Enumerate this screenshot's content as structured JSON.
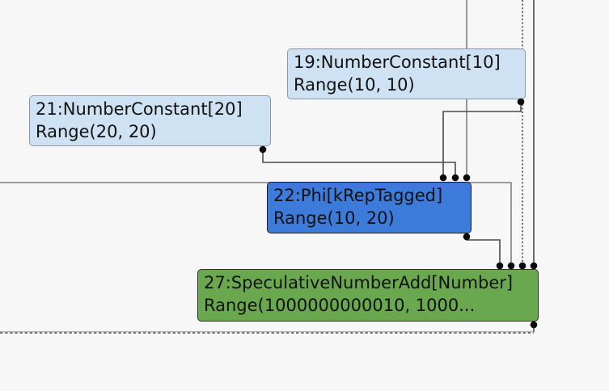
{
  "view": {
    "background_color": "#f7f7f7",
    "text_color": "#111111"
  },
  "graph": {
    "nodes": [
      {
        "id": "19",
        "title": "19:NumberConstant[10]",
        "subtitle": "Range(10, 10)",
        "fill": "#cfe2f3",
        "kind": "number-constant",
        "input_ports": 0,
        "output_ports": 1
      },
      {
        "id": "21",
        "title": "21:NumberConstant[20]",
        "subtitle": "Range(20, 20)",
        "fill": "#cfe2f3",
        "kind": "number-constant",
        "input_ports": 0,
        "output_ports": 1
      },
      {
        "id": "22",
        "title": "22:Phi[kRepTagged]",
        "subtitle": "Range(10, 20)",
        "fill": "#3c7bd9",
        "kind": "phi",
        "input_ports": 3,
        "output_ports": 1
      },
      {
        "id": "27",
        "title": "27:SpeculativeNumberAdd[Number]",
        "subtitle": "Range(1000000000010, 1000...",
        "fill": "#6aa84f",
        "kind": "speculative-number-add",
        "input_ports": 4,
        "output_ports": 1
      }
    ],
    "edges": [
      {
        "from": "offscreen-top",
        "to": "22",
        "to_port": 3,
        "style": "solid-gray"
      },
      {
        "from": "19",
        "to": "22",
        "to_port": 1,
        "style": "solid"
      },
      {
        "from": "21",
        "to": "22",
        "to_port": 2,
        "style": "solid"
      },
      {
        "from": "22",
        "to": "27",
        "to_port": 1,
        "style": "solid"
      },
      {
        "from": "offscreen-left",
        "to": "27",
        "to_port": 2,
        "style": "solid-gray"
      },
      {
        "from": "offscreen-top",
        "to": "27",
        "to_port": 3,
        "style": "dotted"
      },
      {
        "from": "offscreen-top",
        "to": "27",
        "to_port": 4,
        "style": "solid"
      },
      {
        "from": "27",
        "to": "offscreen-left",
        "style": "dashed"
      }
    ],
    "edge_colors": {
      "solid": "#4a4a4a",
      "solid_gray": "#7d7d7d",
      "dotted": "#2b2b2b",
      "dashed": "#2e2e2e"
    }
  }
}
